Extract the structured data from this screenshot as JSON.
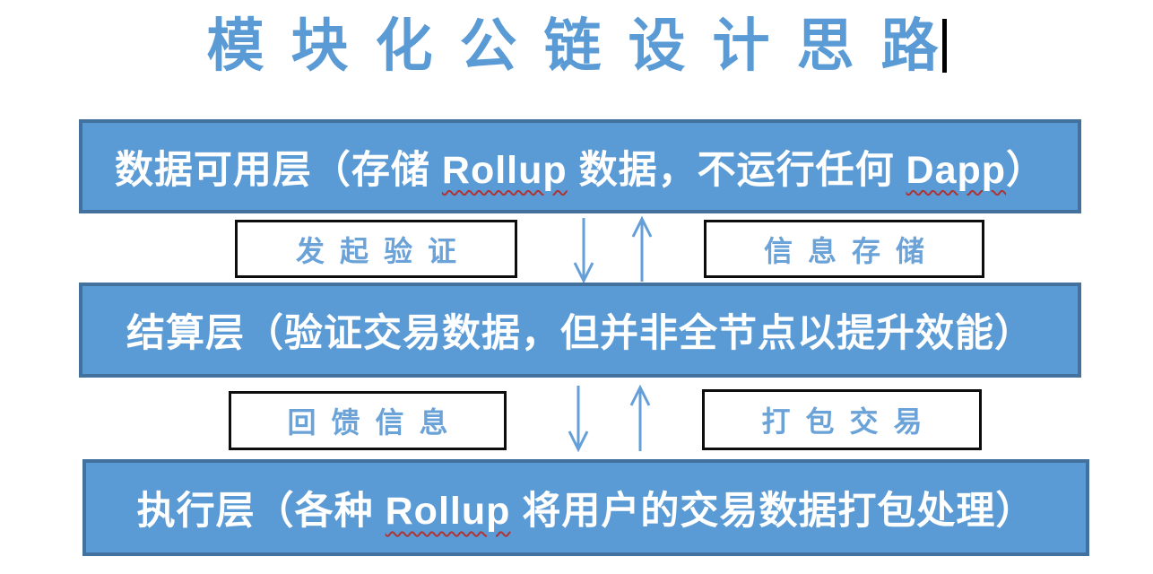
{
  "slide": {
    "title": "模块化公链设计思路"
  },
  "layers": [
    {
      "name": "data-availability-layer",
      "segments": [
        "数据可用层（存储 ",
        "Rollup",
        " 数据，不运行任何 ",
        "Dapp",
        "）"
      ],
      "misspelled_words": [
        "Rollup",
        "Dapp"
      ]
    },
    {
      "name": "settlement-layer",
      "segments": [
        "结算层（验证交易数据，但并非全节点以提升效能）"
      ],
      "misspelled_words": []
    },
    {
      "name": "execution-layer",
      "segments": [
        "执行层（各种 ",
        "Rollup",
        " 将用户的交易数据打包处理）"
      ],
      "misspelled_words": [
        "Rollup"
      ]
    }
  ],
  "connections": [
    {
      "left_label": "发起验证",
      "right_label": "信息存储"
    },
    {
      "left_label": "回馈信息",
      "right_label": "打包交易"
    }
  ],
  "icons": {
    "down_arrow": "↓",
    "up_arrow": "↑",
    "text_cursor": "|"
  },
  "colors": {
    "bar_fill": "#5b9bd5",
    "bar_border": "#41719c",
    "title_blue": "#5b9bd5",
    "label_blue": "#6ba3d8",
    "arrow_blue": "#649fd8",
    "box_border": "#0d0d0d",
    "misspell_red": "#b03333"
  }
}
